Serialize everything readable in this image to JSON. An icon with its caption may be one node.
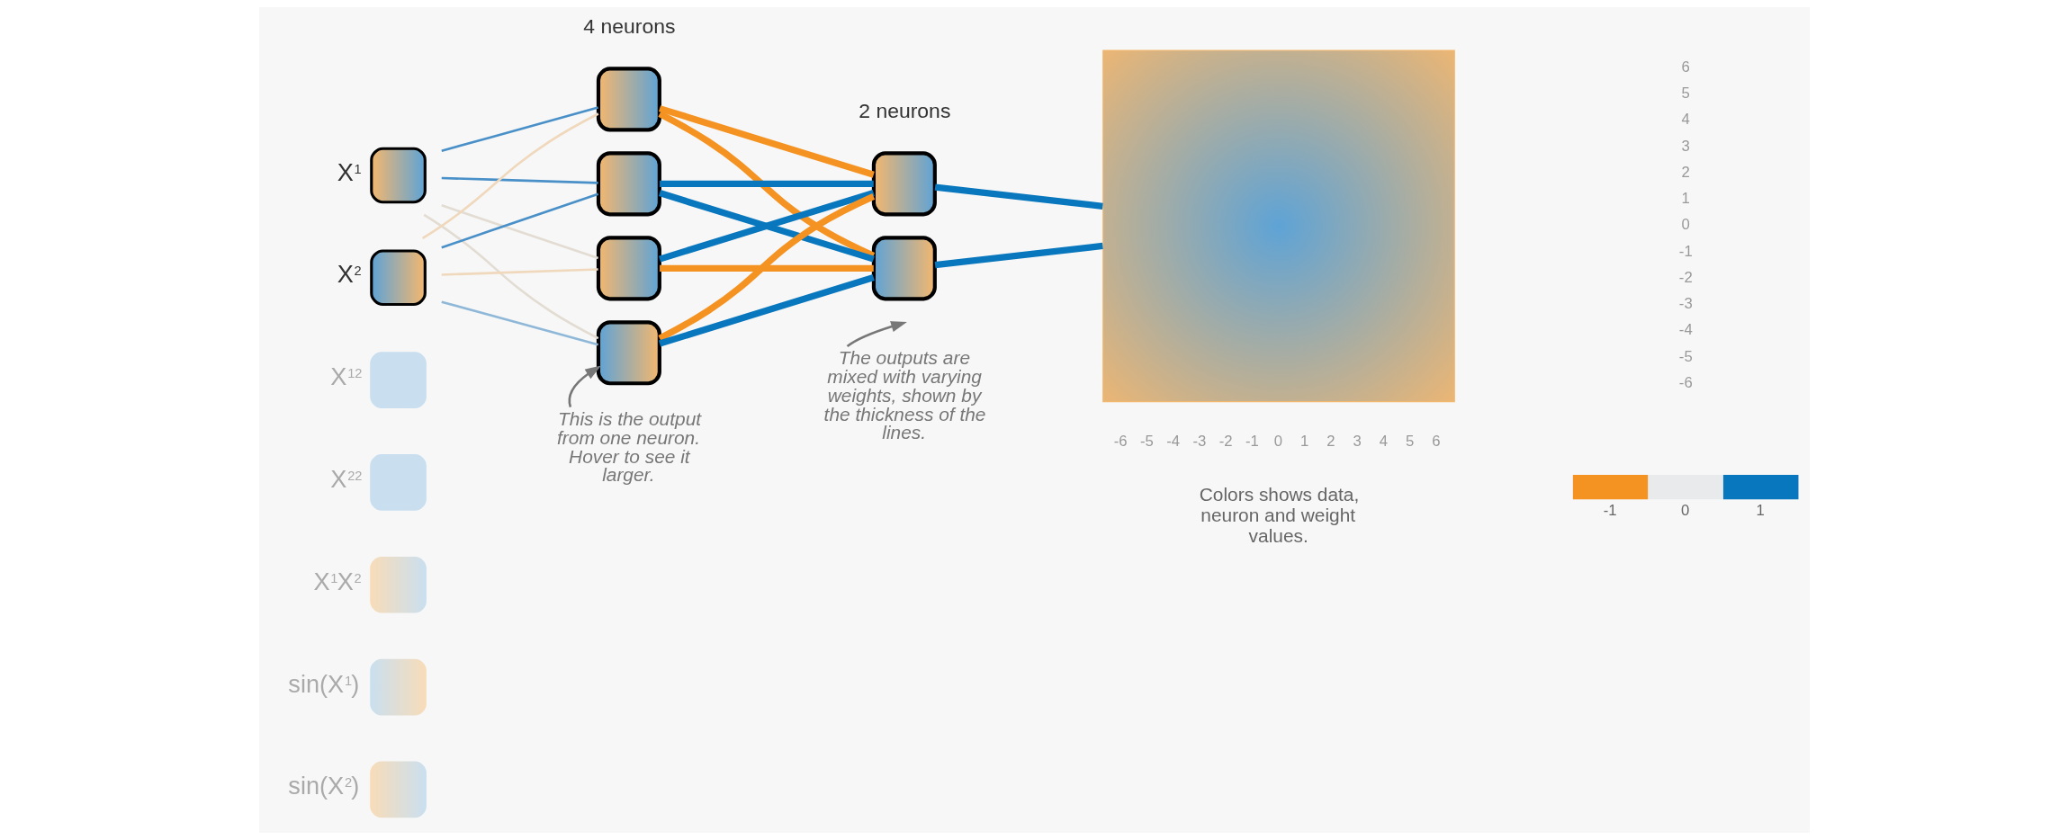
{
  "diagram": {
    "nodes": [
      {
        "text": [
          "X$^{1}$"
        ]
      },
      {
        "text": [
          "X$^{2}$"
        ]
      },
      {
        "text": [
          "X$^{12}$"
        ]
      },
      {
        "text": [
          "X$^{22}$"
        ]
      },
      {
        "text": [
          "X$^{1}$X$^{2}$"
        ]
      },
      {
        "text": [
          "sin(X$^{1}$)"
        ]
      },
      {
        "text": [
          "sin(X$^{2}$)"
        ]
      },
      {
        "text": [],
        "shape": "picture"
      },
      {
        "text": [],
        "shape": "picture"
      },
      {
        "text": [],
        "shape": "picture"
      },
      {
        "text": [],
        "shape": "picture"
      },
      {
        "text": [],
        "shape": "picture"
      },
      {
        "text": [],
        "shape": "picture"
      },
      {
        "text": [],
        "shape": "picture"
      },
      {
        "text": [
          "This is the output from one neuron. Hover to see it larger."
        ]
      },
      {
        "text": [
          "The outputs are mixed with varying weights, shown by the thickness of the lines."
        ]
      }
    ],
    "edges": [
      {
        "from": 0,
        "to": 7,
        "arrow": "none",
        "color": "#4a90c8"
      },
      {
        "from": 0,
        "to": 8,
        "arrow": "none",
        "color": "#4a90c8"
      },
      {
        "from": 0,
        "to": 9,
        "arrow": "none",
        "color": "#e2dcd2"
      },
      {
        "from": 0,
        "to": 10,
        "arrow": "none",
        "color": "#e2dcd2"
      },
      {
        "from": 1,
        "to": 7,
        "arrow": "none",
        "color": "#f0d8bc"
      },
      {
        "from": 1,
        "to": 8,
        "arrow": "none",
        "color": "#4a90c8"
      },
      {
        "from": 1,
        "to": 9,
        "arrow": "none",
        "color": "#f0d8bc"
      },
      {
        "from": 1,
        "to": 10,
        "arrow": "none",
        "color": "#8fb8d8"
      },
      {
        "from": 7,
        "to": 11,
        "arrow": "none",
        "style": "thick",
        "color": "#f59322"
      },
      {
        "from": 7,
        "to": 12,
        "arrow": "none",
        "style": "thick",
        "color": "#f59322"
      },
      {
        "from": 8,
        "to": 11,
        "arrow": "none",
        "style": "thick"
      },
      {
        "from": 8,
        "to": 12,
        "arrow": "none",
        "style": "thick"
      },
      {
        "from": 9,
        "to": 11,
        "arrow": "none",
        "style": "thick"
      },
      {
        "from": 9,
        "to": 12,
        "arrow": "none",
        "style": "thick",
        "color": "#f59322"
      },
      {
        "from": 10,
        "to": 11,
        "arrow": "none",
        "style": "thick",
        "color": "#f59322"
      },
      {
        "from": 10,
        "to": 12,
        "arrow": "none",
        "style": "thick"
      },
      {
        "from": 11,
        "to": 13,
        "arrow": "none",
        "style": "thick"
      },
      {
        "from": 12,
        "to": 13,
        "arrow": "none",
        "style": "thick"
      },
      {
        "from": 14,
        "to": 10,
        "arrow": "to",
        "color": "#777777"
      },
      {
        "from": 15,
        "to": null,
        "arrow": "to",
        "color": "#777777"
      }
    ],
    "labels": [
      "4 neurons",
      "2 neurons",
      "6",
      "5",
      "4",
      "3",
      "2",
      "1",
      "0",
      "-1",
      "-2",
      "-3",
      "-4",
      "-5",
      "-6",
      "-6",
      "-5",
      "-4",
      "-3",
      "-2",
      "-1",
      "0",
      "1",
      "2",
      "3",
      "4",
      "5",
      "6",
      "Colors shows data, neuron and weight values."
    ],
    "legend": [
      {
        "text": "-1",
        "color": "#f59322"
      },
      {
        "text": "0",
        "color": "#e8eaeb"
      },
      {
        "text": "1",
        "color": "#0877bd"
      }
    ]
  }
}
